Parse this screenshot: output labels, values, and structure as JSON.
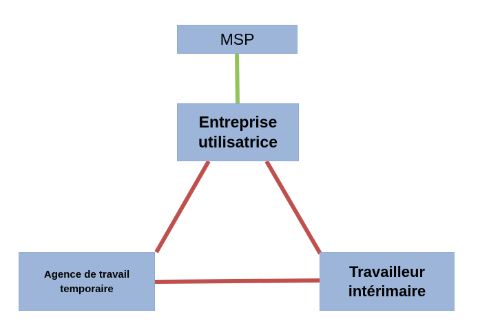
{
  "diagram": {
    "nodes": {
      "msp": {
        "label": "MSP"
      },
      "entreprise": {
        "line1": "Entreprise",
        "line2": "utilisatrice"
      },
      "agence": {
        "line1": "Agence de travail",
        "line2": "temporaire"
      },
      "travailleur": {
        "line1": "Travailleur",
        "line2": "intérimaire"
      }
    },
    "edges": [
      {
        "from": "msp",
        "to": "entreprise",
        "color": "#93c35b"
      },
      {
        "from": "entreprise",
        "to": "agence",
        "color": "#c0504d"
      },
      {
        "from": "entreprise",
        "to": "travailleur",
        "color": "#c0504d"
      },
      {
        "from": "agence",
        "to": "travailleur",
        "color": "#c0504d"
      }
    ],
    "colors": {
      "node_fill": "#9db5d9",
      "text": "#000000"
    }
  }
}
